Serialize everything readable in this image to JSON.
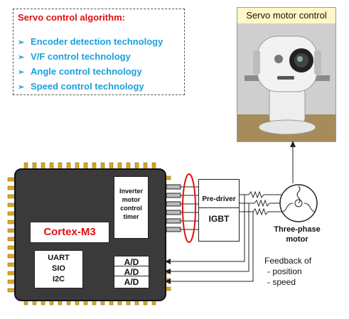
{
  "algorithm": {
    "title": "Servo control algorithm:",
    "items": [
      "Encoder detection technology",
      "V/F control technology",
      "Angle control technology",
      "Speed control technology"
    ],
    "title_color": "#e01010",
    "item_color": "#1aa0e0"
  },
  "photo": {
    "caption": "Servo motor control"
  },
  "chip": {
    "name": "Cortex-M3",
    "timer_lines": [
      "Inverter",
      "motor",
      "control",
      "timer"
    ],
    "io_lines": [
      "UART",
      "SIO",
      "I2C"
    ],
    "ad_labels": [
      "A/D",
      "A/D",
      "A/D"
    ]
  },
  "driver": {
    "line1": "Pre-driver",
    "line2": "IGBT"
  },
  "motor": {
    "line1": "Three-phase",
    "line2": "motor"
  },
  "feedback": {
    "title": "Feedback of",
    "items": [
      "- position",
      "- speed"
    ]
  }
}
